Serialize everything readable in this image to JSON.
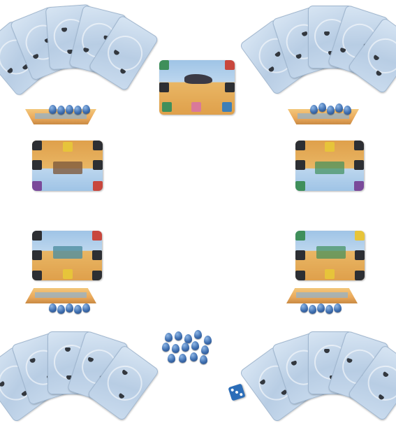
{
  "colors": {
    "table": "#ffffff",
    "card_back": "#c9dbee",
    "sky": "#bcd6ee",
    "sand": "#dfa04b",
    "token": "#3f6fb0",
    "die": "#2b6db8"
  },
  "icons": [
    "hand-card-icon",
    "water-drop-token-icon",
    "die-icon",
    "corner-resource-icon"
  ],
  "die": {
    "value": 3
  },
  "players": [
    {
      "seat": "top-left",
      "hand_cards": 5,
      "boat_tokens": 5
    },
    {
      "seat": "top-right",
      "hand_cards": 5,
      "boat_tokens": 5
    },
    {
      "seat": "bottom-left",
      "hand_cards": 5,
      "boat_tokens": 5
    },
    {
      "seat": "bottom-right",
      "hand_cards": 5,
      "boat_tokens": 5
    }
  ],
  "supply": {
    "water_tokens": 14
  }
}
